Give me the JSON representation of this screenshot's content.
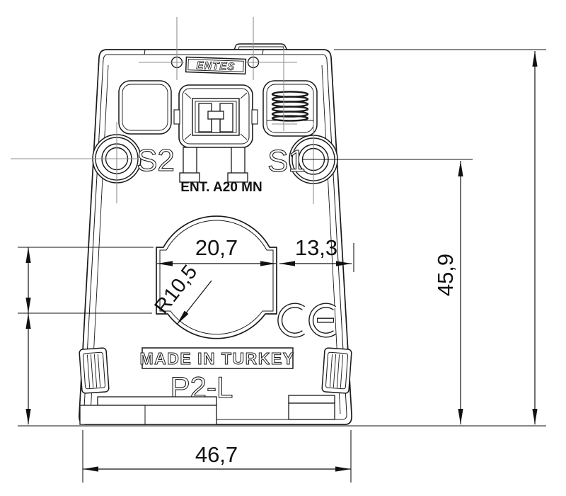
{
  "drawing": {
    "brand_logo": "ENTES",
    "terminal_label_left": "S2",
    "terminal_label_right": "S1",
    "part_note": "ENT. A20 MN",
    "origin_label": "MADE IN TURKEY",
    "model_label": "P2-L",
    "ce_mark": "CE"
  },
  "dimensions": {
    "hole_width": "20,7",
    "edge_offset": "13,3",
    "s1_to_bottom_height": "45,9",
    "overall_width": "46,7",
    "hole_radius": "R10,5"
  },
  "colors": {
    "line": "#1a1a1a",
    "centerline": "#8f8f8f",
    "background": "#ffffff"
  }
}
